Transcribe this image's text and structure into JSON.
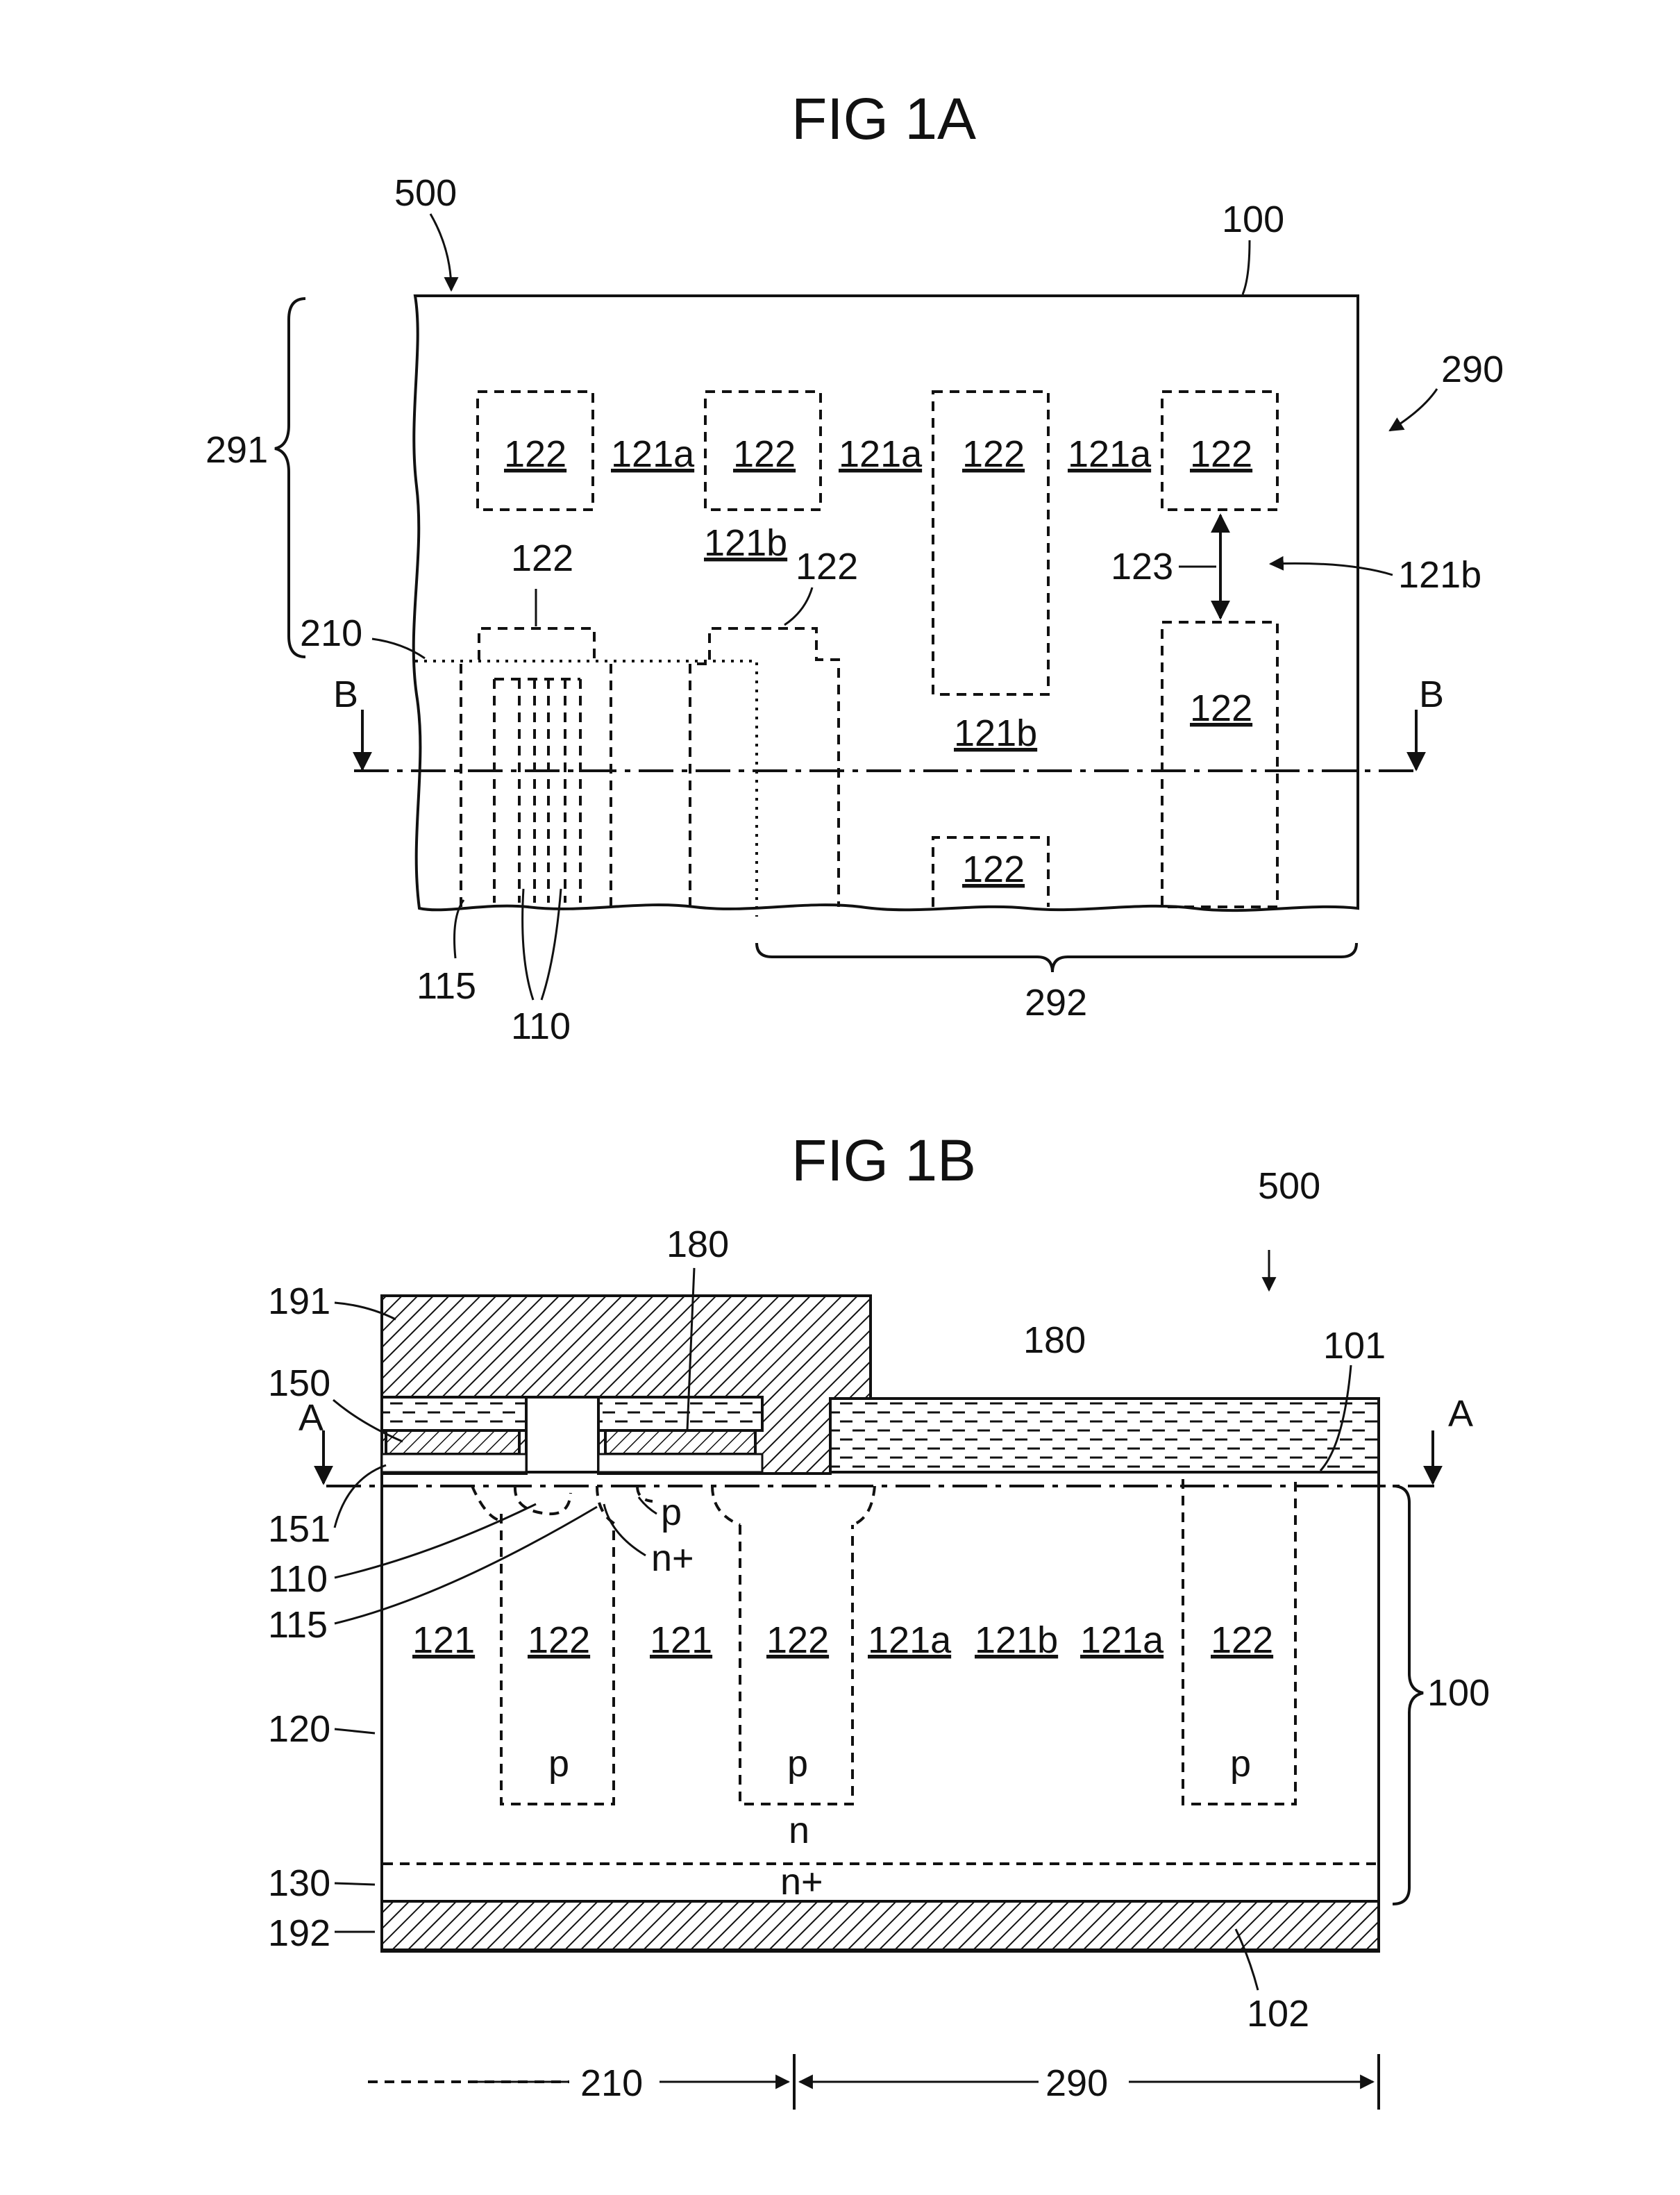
{
  "figures": {
    "fig1a": {
      "title": "FIG 1A",
      "labels": {
        "device": "500",
        "body": "100",
        "region_290": "290",
        "region_291": "291",
        "region_292": "292",
        "region_210": "210",
        "pillar_122": "122",
        "region_121a": "121a",
        "region_121b": "121b",
        "distance_123": "123",
        "section_b": "B",
        "source_110": "110",
        "body_115": "115"
      }
    },
    "fig1b": {
      "title": "FIG 1B",
      "labels": {
        "device": "500",
        "body": "100",
        "first_surface": "101",
        "second_surface": "102",
        "gate_180": "180",
        "first_electrode": "191",
        "second_electrode": "192",
        "gate_electrode": "150",
        "gate_dielectric": "151",
        "source_110": "110",
        "body_115": "115",
        "drift_120": "120",
        "field_stop_130": "130",
        "drift_121": "121",
        "drift_121a": "121a",
        "drift_121b": "121b",
        "pillar_122": "122",
        "section_a": "A",
        "p_type": "p",
        "n_type": "n",
        "n_plus": "n+",
        "region_210": "210",
        "region_290": "290"
      }
    }
  }
}
